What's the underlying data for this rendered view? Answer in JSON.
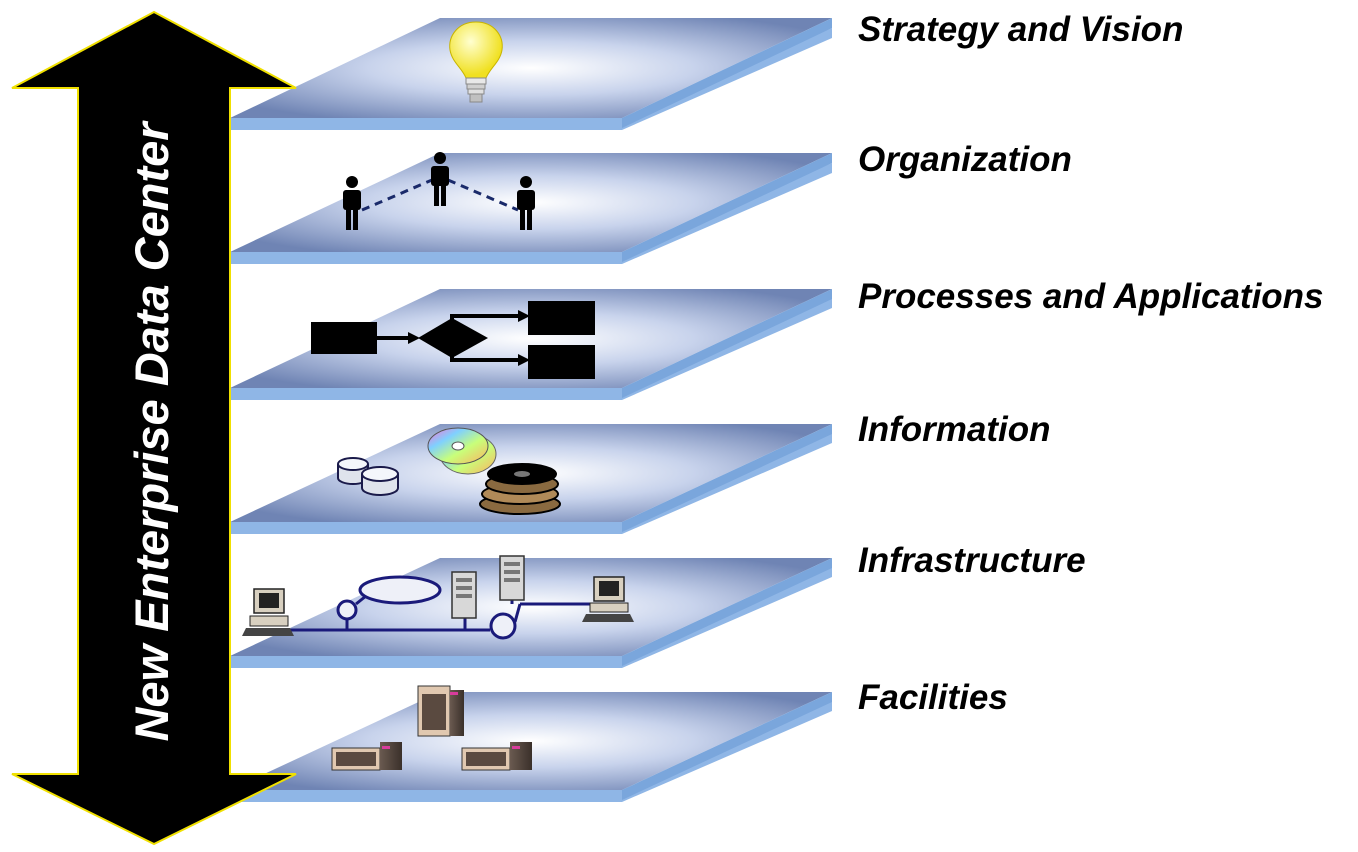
{
  "diagram": {
    "vertical_label": "New Enterprise Data Center",
    "layers": [
      {
        "label": "Strategy and Vision",
        "icon": "lightbulb-icon"
      },
      {
        "label": "Organization",
        "icon": "people-network-icon"
      },
      {
        "label": "Processes and Applications",
        "icon": "process-flow-icon"
      },
      {
        "label": "Information",
        "icon": "storage-media-icon"
      },
      {
        "label": "Infrastructure",
        "icon": "network-icon"
      },
      {
        "label": "Facilities",
        "icon": "buildings-icon"
      }
    ]
  },
  "colors": {
    "plate_top_edge": "#6f84b4",
    "plate_center": "#ffffff",
    "plate_side": "#8fb6e6",
    "arrow_fill": "#000000",
    "arrow_stroke": "#f0e000",
    "arrow_text": "#ffffff"
  }
}
